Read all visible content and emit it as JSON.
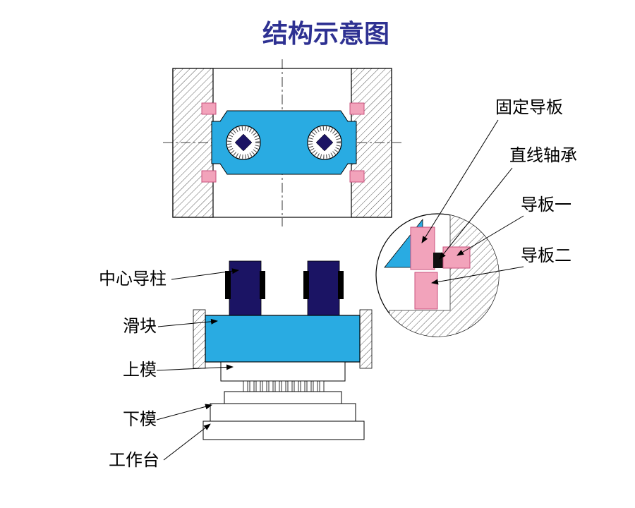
{
  "title": "结构示意图",
  "colors": {
    "title": "#2E3192",
    "cyan": "#29ABE2",
    "navy": "#1B1464",
    "pink": "#F2A3BB",
    "black_part": "#111111"
  },
  "left_labels": {
    "center_guide_pillar": "中心导柱",
    "slider": "滑块",
    "upper_die": "上模",
    "lower_die": "下模",
    "worktable": "工作台"
  },
  "right_labels": {
    "fixed_guide_plate": "固定导板",
    "linear_bearing": "直线轴承",
    "guide_plate_one": "导板一",
    "guide_plate_two": "导板二"
  }
}
